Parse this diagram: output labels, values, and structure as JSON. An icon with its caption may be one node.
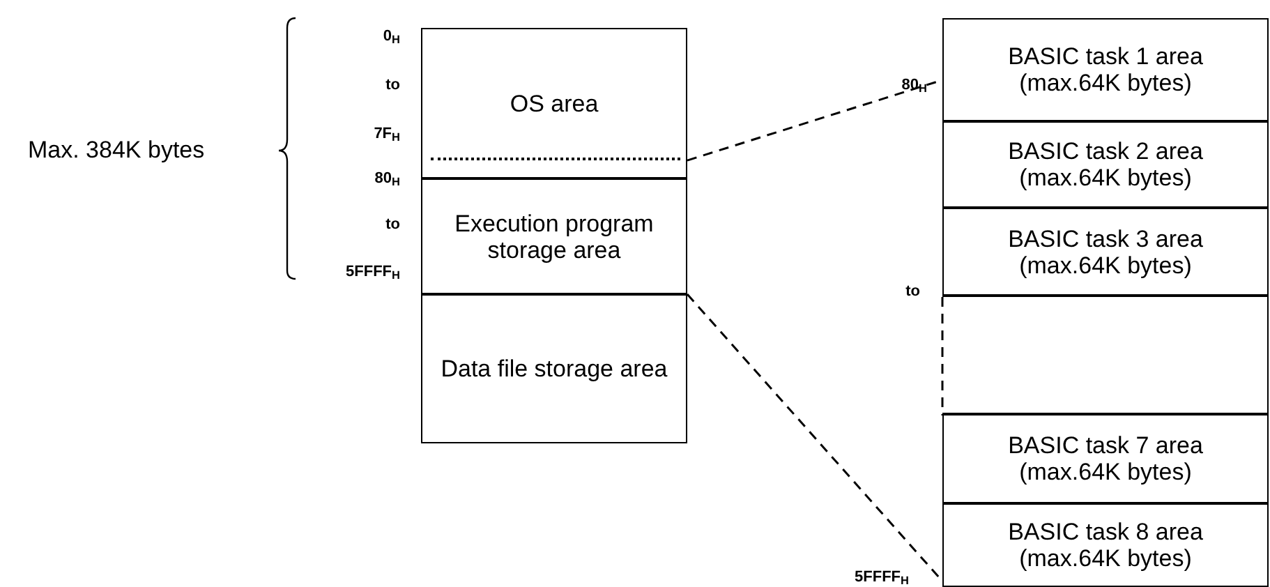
{
  "diagram": {
    "nodes": [
      {
        "text": [
          "OS area"
        ]
      },
      {
        "text": [
          "Execution program storage area"
        ]
      },
      {
        "text": [
          "Data file storage area"
        ]
      },
      {
        "text": [
          "BASIC task 1 area (max.64K bytes)"
        ]
      },
      {
        "text": [
          "BASIC task 2 area (max.64K bytes)"
        ]
      },
      {
        "text": [
          "BASIC task 3 area (max.64K bytes)"
        ]
      },
      {
        "text": [],
        "shape": "box"
      },
      {
        "text": [
          "BASIC task 7 area (max.64K bytes)"
        ]
      },
      {
        "text": [
          "BASIC task 8 area (max.64K bytes)"
        ]
      }
    ],
    "edges": [
      {
        "from": 0,
        "to": 3,
        "arrow": "none",
        "style": "dashed"
      },
      {
        "from": 1,
        "to": 8,
        "arrow": "none",
        "style": "dashed"
      }
    ],
    "labels": [
      "0$_{H}$",
      "to",
      "7F$_{H}$",
      "Max. 384K bytes",
      "80$_{H}$",
      "to",
      "5FFFF$_{H}$",
      "80$_{H}$",
      "to",
      "5FFFF$_{H}$"
    ]
  }
}
